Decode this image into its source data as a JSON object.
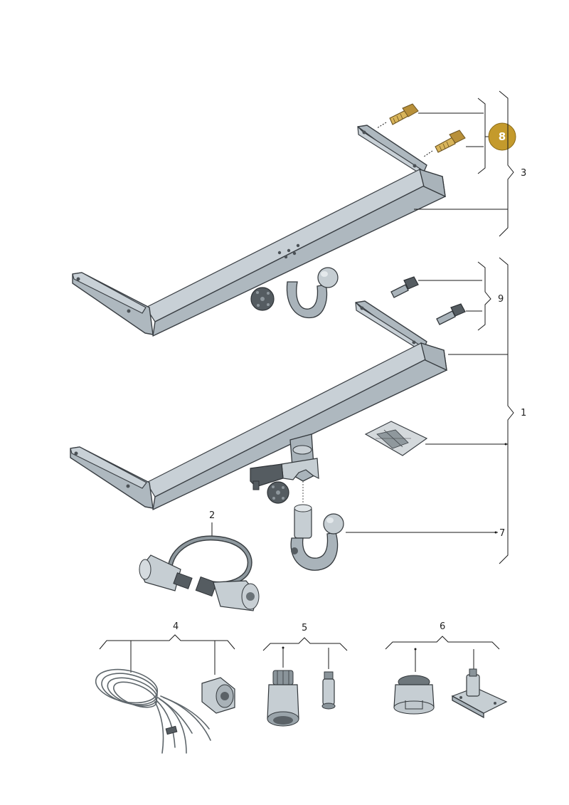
{
  "labels": {
    "upper_bracket": "3",
    "upper_bolts": "8",
    "lower_bolts": "9",
    "lower_bracket": "1",
    "cable_harness": "2",
    "ball_neck": "7",
    "wiring_set": "4",
    "plug_set": "5",
    "socket_set": "6"
  },
  "colors": {
    "badge": "#c49a2c",
    "metal": "#aeb8bf",
    "bolt": "#d8b45a"
  }
}
